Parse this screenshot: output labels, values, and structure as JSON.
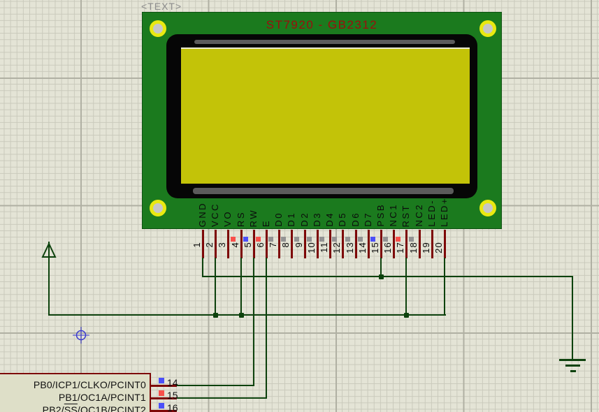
{
  "annotation": "<TEXT>",
  "lcd": {
    "title": "ST7920 - GB2312",
    "pins": [
      {
        "number": "1",
        "label": "GND",
        "indicator": null
      },
      {
        "number": "2",
        "label": "VCC",
        "indicator": null
      },
      {
        "number": "3",
        "label": "VO",
        "indicator": null
      },
      {
        "number": "4",
        "label": "RS",
        "indicator": "red"
      },
      {
        "number": "5",
        "label": "RW",
        "indicator": "blue"
      },
      {
        "number": "6",
        "label": "E",
        "indicator": "red"
      },
      {
        "number": "7",
        "label": "D0",
        "indicator": "gray"
      },
      {
        "number": "8",
        "label": "D1",
        "indicator": "gray"
      },
      {
        "number": "9",
        "label": "D2",
        "indicator": "gray"
      },
      {
        "number": "10",
        "label": "D3",
        "indicator": "gray"
      },
      {
        "number": "11",
        "label": "D4",
        "indicator": "gray"
      },
      {
        "number": "12",
        "label": "D5",
        "indicator": "gray"
      },
      {
        "number": "13",
        "label": "D6",
        "indicator": "gray"
      },
      {
        "number": "14",
        "label": "D7",
        "indicator": "gray"
      },
      {
        "number": "15",
        "label": "PSB",
        "indicator": "blue"
      },
      {
        "number": "16",
        "label": "NC1",
        "indicator": "gray"
      },
      {
        "number": "17",
        "label": "RST",
        "indicator": "red"
      },
      {
        "number": "18",
        "label": "NC2",
        "indicator": "gray"
      },
      {
        "number": "19",
        "label": "LED-",
        "indicator": null
      },
      {
        "number": "20",
        "label": "LED+",
        "indicator": null
      }
    ]
  },
  "mcu": {
    "pins": [
      {
        "number": "14",
        "label_prefix": "PB0/ICP1/CLKO/PCINT0",
        "label_overline": "",
        "label_suffix": "",
        "indicator": "blue"
      },
      {
        "number": "15",
        "label_prefix": "PB1/OC1A/PCINT1",
        "label_overline": "",
        "label_suffix": "",
        "indicator": "red"
      },
      {
        "number": "16",
        "label_prefix": "PB2/",
        "label_overline": "SS",
        "label_suffix": "/OC1B/PCINT2",
        "indicator": "blue"
      }
    ]
  },
  "nets": [
    {
      "name": "ground-net",
      "connections": [
        "LCD pin 1 (GND)",
        "LCD pin 15 (PSB)",
        "ground-symbol"
      ]
    },
    {
      "name": "power-net",
      "connections": [
        "power-symbol",
        "LCD pin 2 (VCC)",
        "LCD pin 4 (RS)",
        "LCD pin 17 (RST)",
        "LCD pin 20 (LED+)"
      ]
    },
    {
      "name": "rw-net",
      "connections": [
        "MCU pin 14 (PB0)",
        "LCD pin 5 (RW)"
      ]
    },
    {
      "name": "e-net",
      "connections": [
        "MCU pin 15 (PB1)",
        "LCD pin 6 (E)"
      ]
    }
  ],
  "colors": {
    "indicator_red": "#F8504B",
    "indicator_blue": "#4B50F8",
    "indicator_gray": "#939393",
    "wire": "#0D420D",
    "pin_stub": "#7D0707",
    "board_green": "#1B7A1E",
    "screen_yellow": "#C3C308",
    "title_red": "#9C0D0D",
    "origin_blue": "#3939CE"
  }
}
